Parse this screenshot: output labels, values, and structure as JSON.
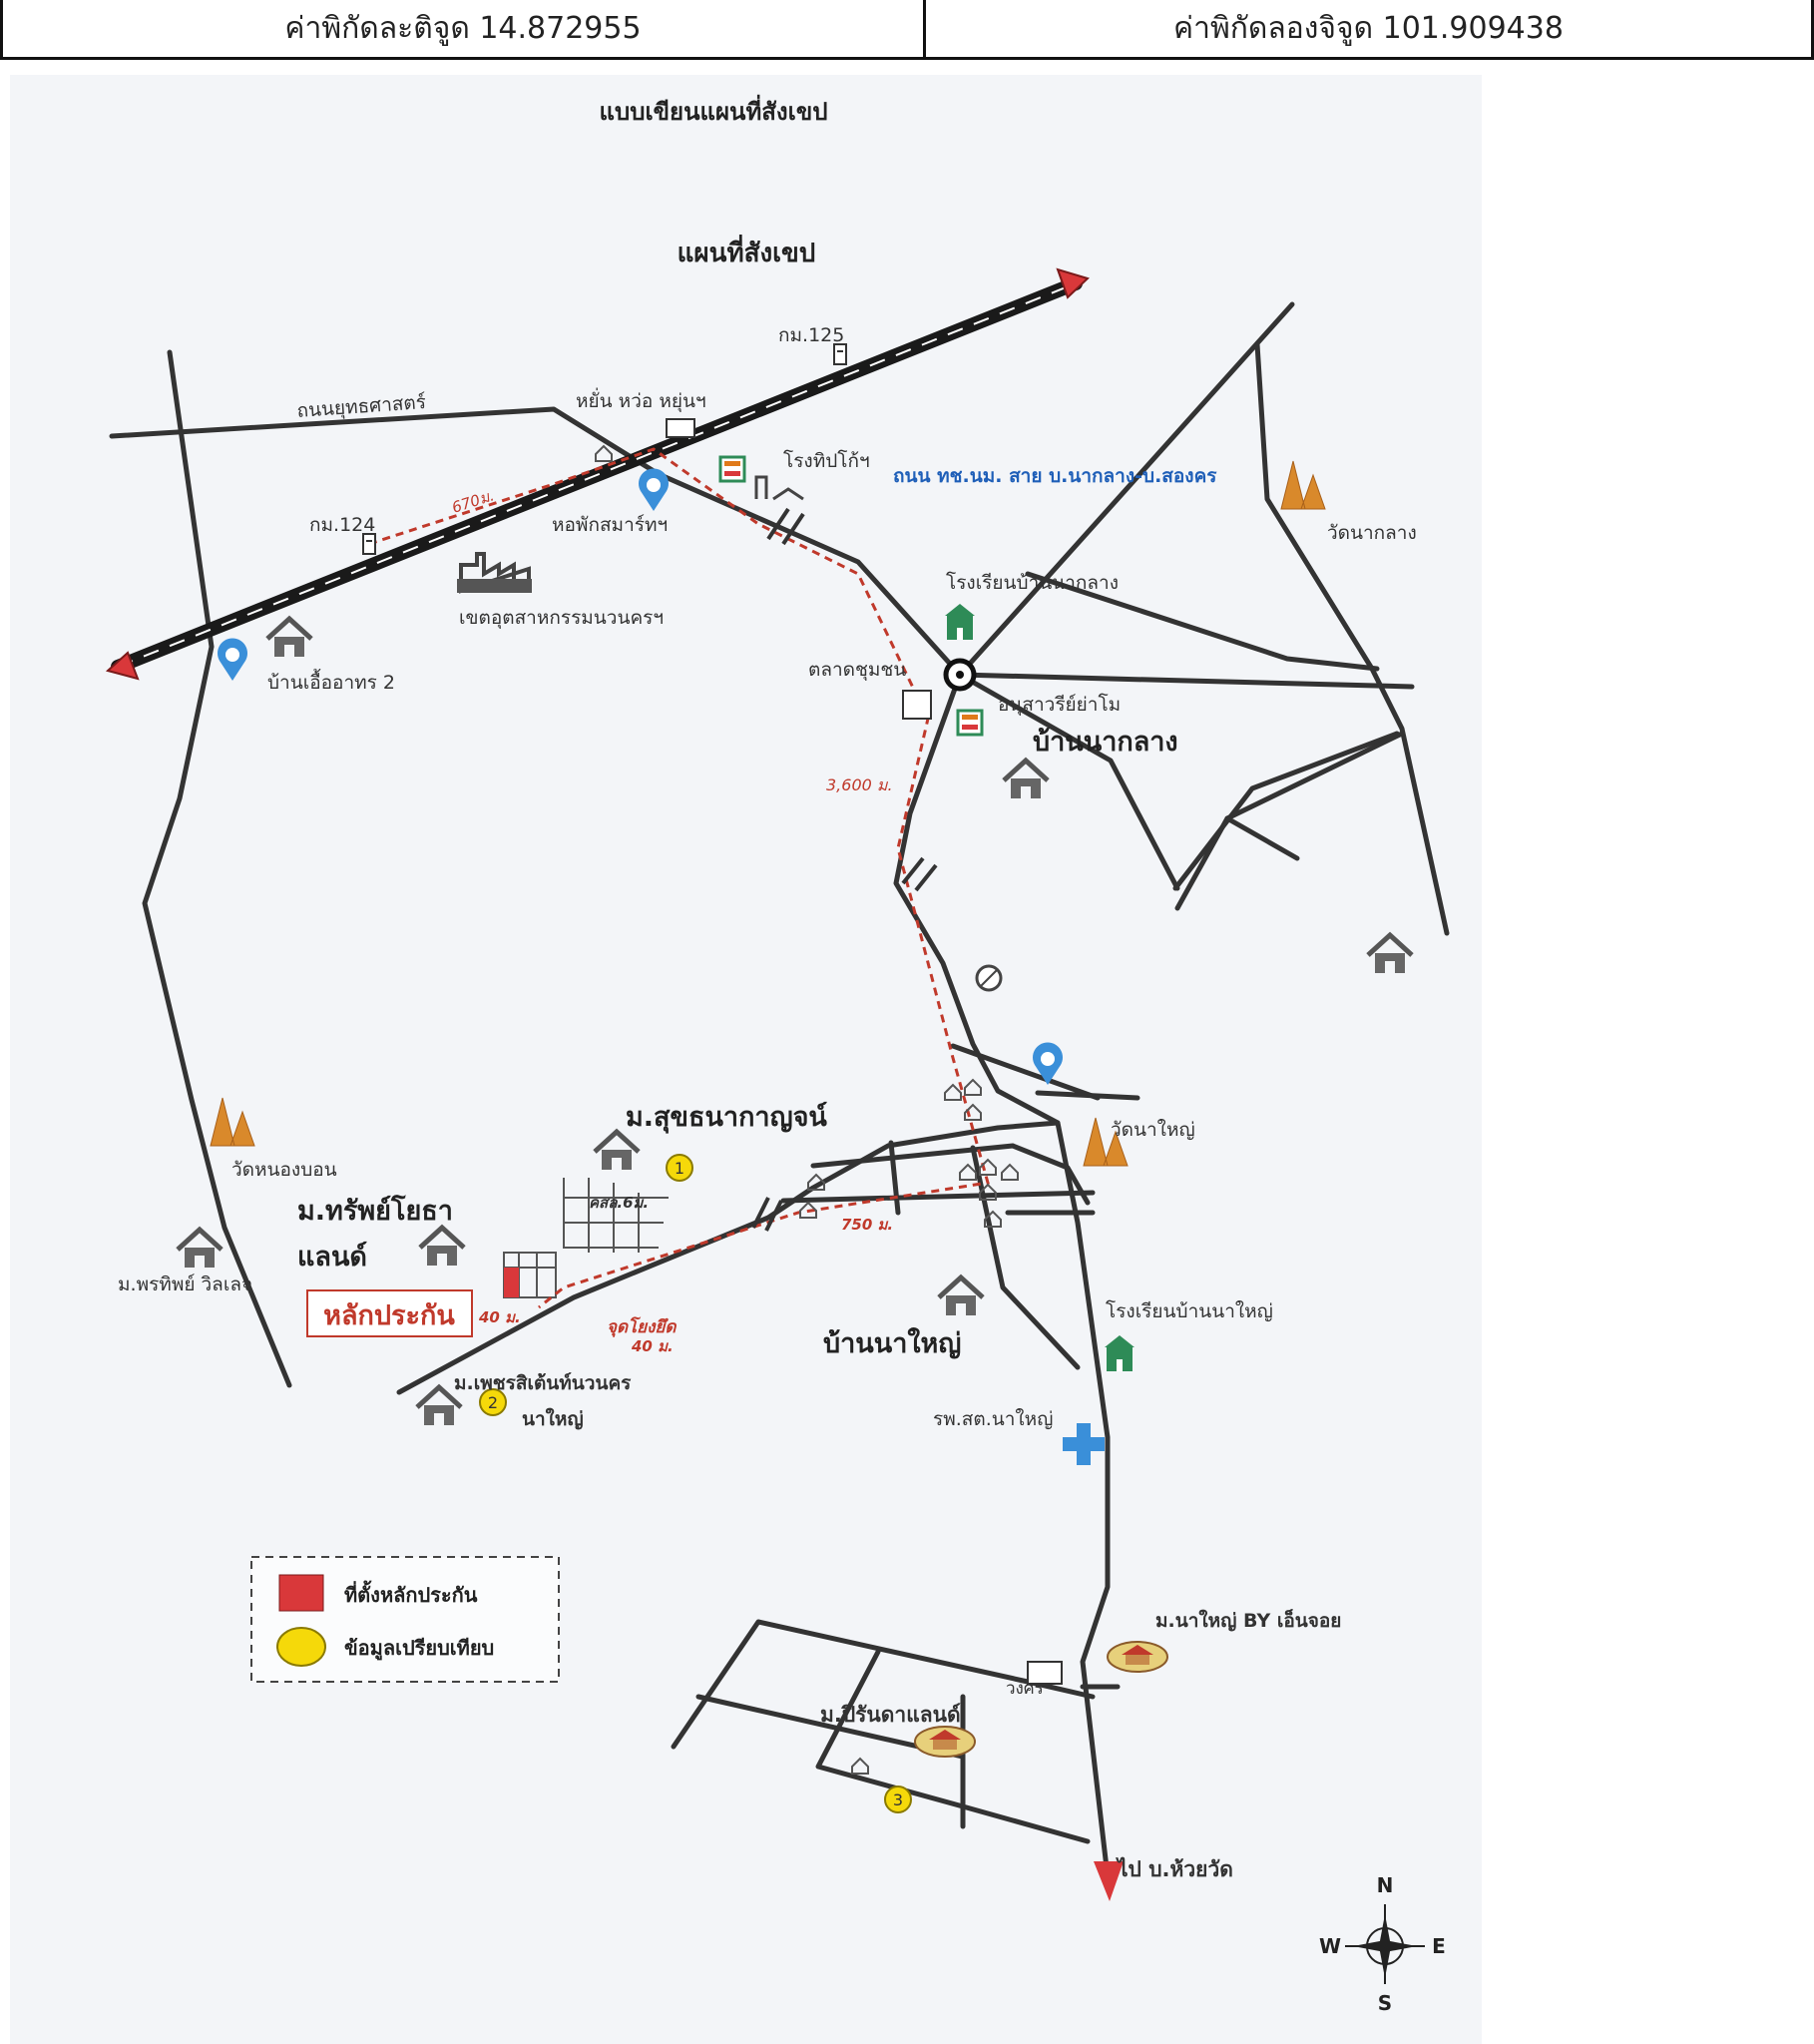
{
  "header": {
    "latitude_label": "ค่าพิกัดละติจูด 14.872955",
    "longitude_label": "ค่าพิกัดลองจิจูด 101.909438"
  },
  "map": {
    "sheet_title": "แบบเขียนแผนที่สังเขป",
    "map_title": "แผนที่สังเขป",
    "labels": {
      "km125": "กม.125",
      "km124": "กม.124",
      "road_yutthasat": "ถนนยุทธศาสตร์",
      "crossing": "หยั่น หว่อ หยุ่นฯ",
      "tops": "โรงทิปโก้ฯ",
      "road_blue": "ถนน ทช.นม. สาย บ.นากลาง-บ.สองคร",
      "wat_naklang": "วัดนากลาง",
      "dorm": "หอพักสมาร์ทฯ",
      "industrial": "เขตอุตสาหกรรมนวนครฯ",
      "ban_ua": "บ้านเอื้ออาทร 2",
      "school_naklang": "โรงเรียนบ้านนากลาง",
      "market": "ตลาดชุมชน",
      "monument": "อนุสาวรีย์ย่าโม",
      "ban_naklang": "บ้านนากลาง",
      "dist_670": "670ม.",
      "dist_3600": "3,600 ม.",
      "dist_750": "750 ม.",
      "dist_40a": "40 ม.",
      "dist_40b": "40 ม.",
      "dist_6m": "คสล.6ม.",
      "wat_nongbon": "วัดหนองบอน",
      "moo_suksom": "ม.สุขธนากาญจน์",
      "moo_sap_1": "ม.ทรัพย์โยธา",
      "moo_sap_2": "แลนด์",
      "moo_phrathip": "ม.พรทิพย์ วิลเลจ",
      "collateral": "หลักประกัน",
      "curve": "จุดโยงยึด",
      "moo_phet_1": "ม.เพชรสิเต้นท์นวนคร",
      "moo_phet_2": "นาใหญ่",
      "wat_nayai": "วัดนาใหญ่",
      "school_nayai": "โรงเรียนบ้านนาใหญ่",
      "ban_nayai": "บ้านนาใหญ่",
      "hospital": "รพ.สต.นาใหญ่",
      "moo_nayai_by": "ม.นาใหญ่ BY เอ็นจอย",
      "roundabout": "วงศร",
      "moo_piranda": "ม.ปิรันดาแลนด์",
      "to_huaiwat": "ไป บ.ห้วยวัด",
      "marker_1": "1",
      "marker_2": "2",
      "marker_3": "3"
    },
    "legend": {
      "collateral_site": "ที่ตั้งหลักประกัน",
      "comparison_data": "ข้อมูลเปรียบเทียบ"
    },
    "compass": {
      "n": "N",
      "s": "S",
      "e": "E",
      "w": "W"
    },
    "colors": {
      "road": "#333333",
      "highway": "#1a1a1a",
      "route": "#c0392b",
      "collateral": "#d9383a",
      "comparison": "#f5d90a",
      "temple": "#d9892b",
      "blue_label": "#1f5fb8",
      "pin": "#3a8fd9"
    }
  }
}
